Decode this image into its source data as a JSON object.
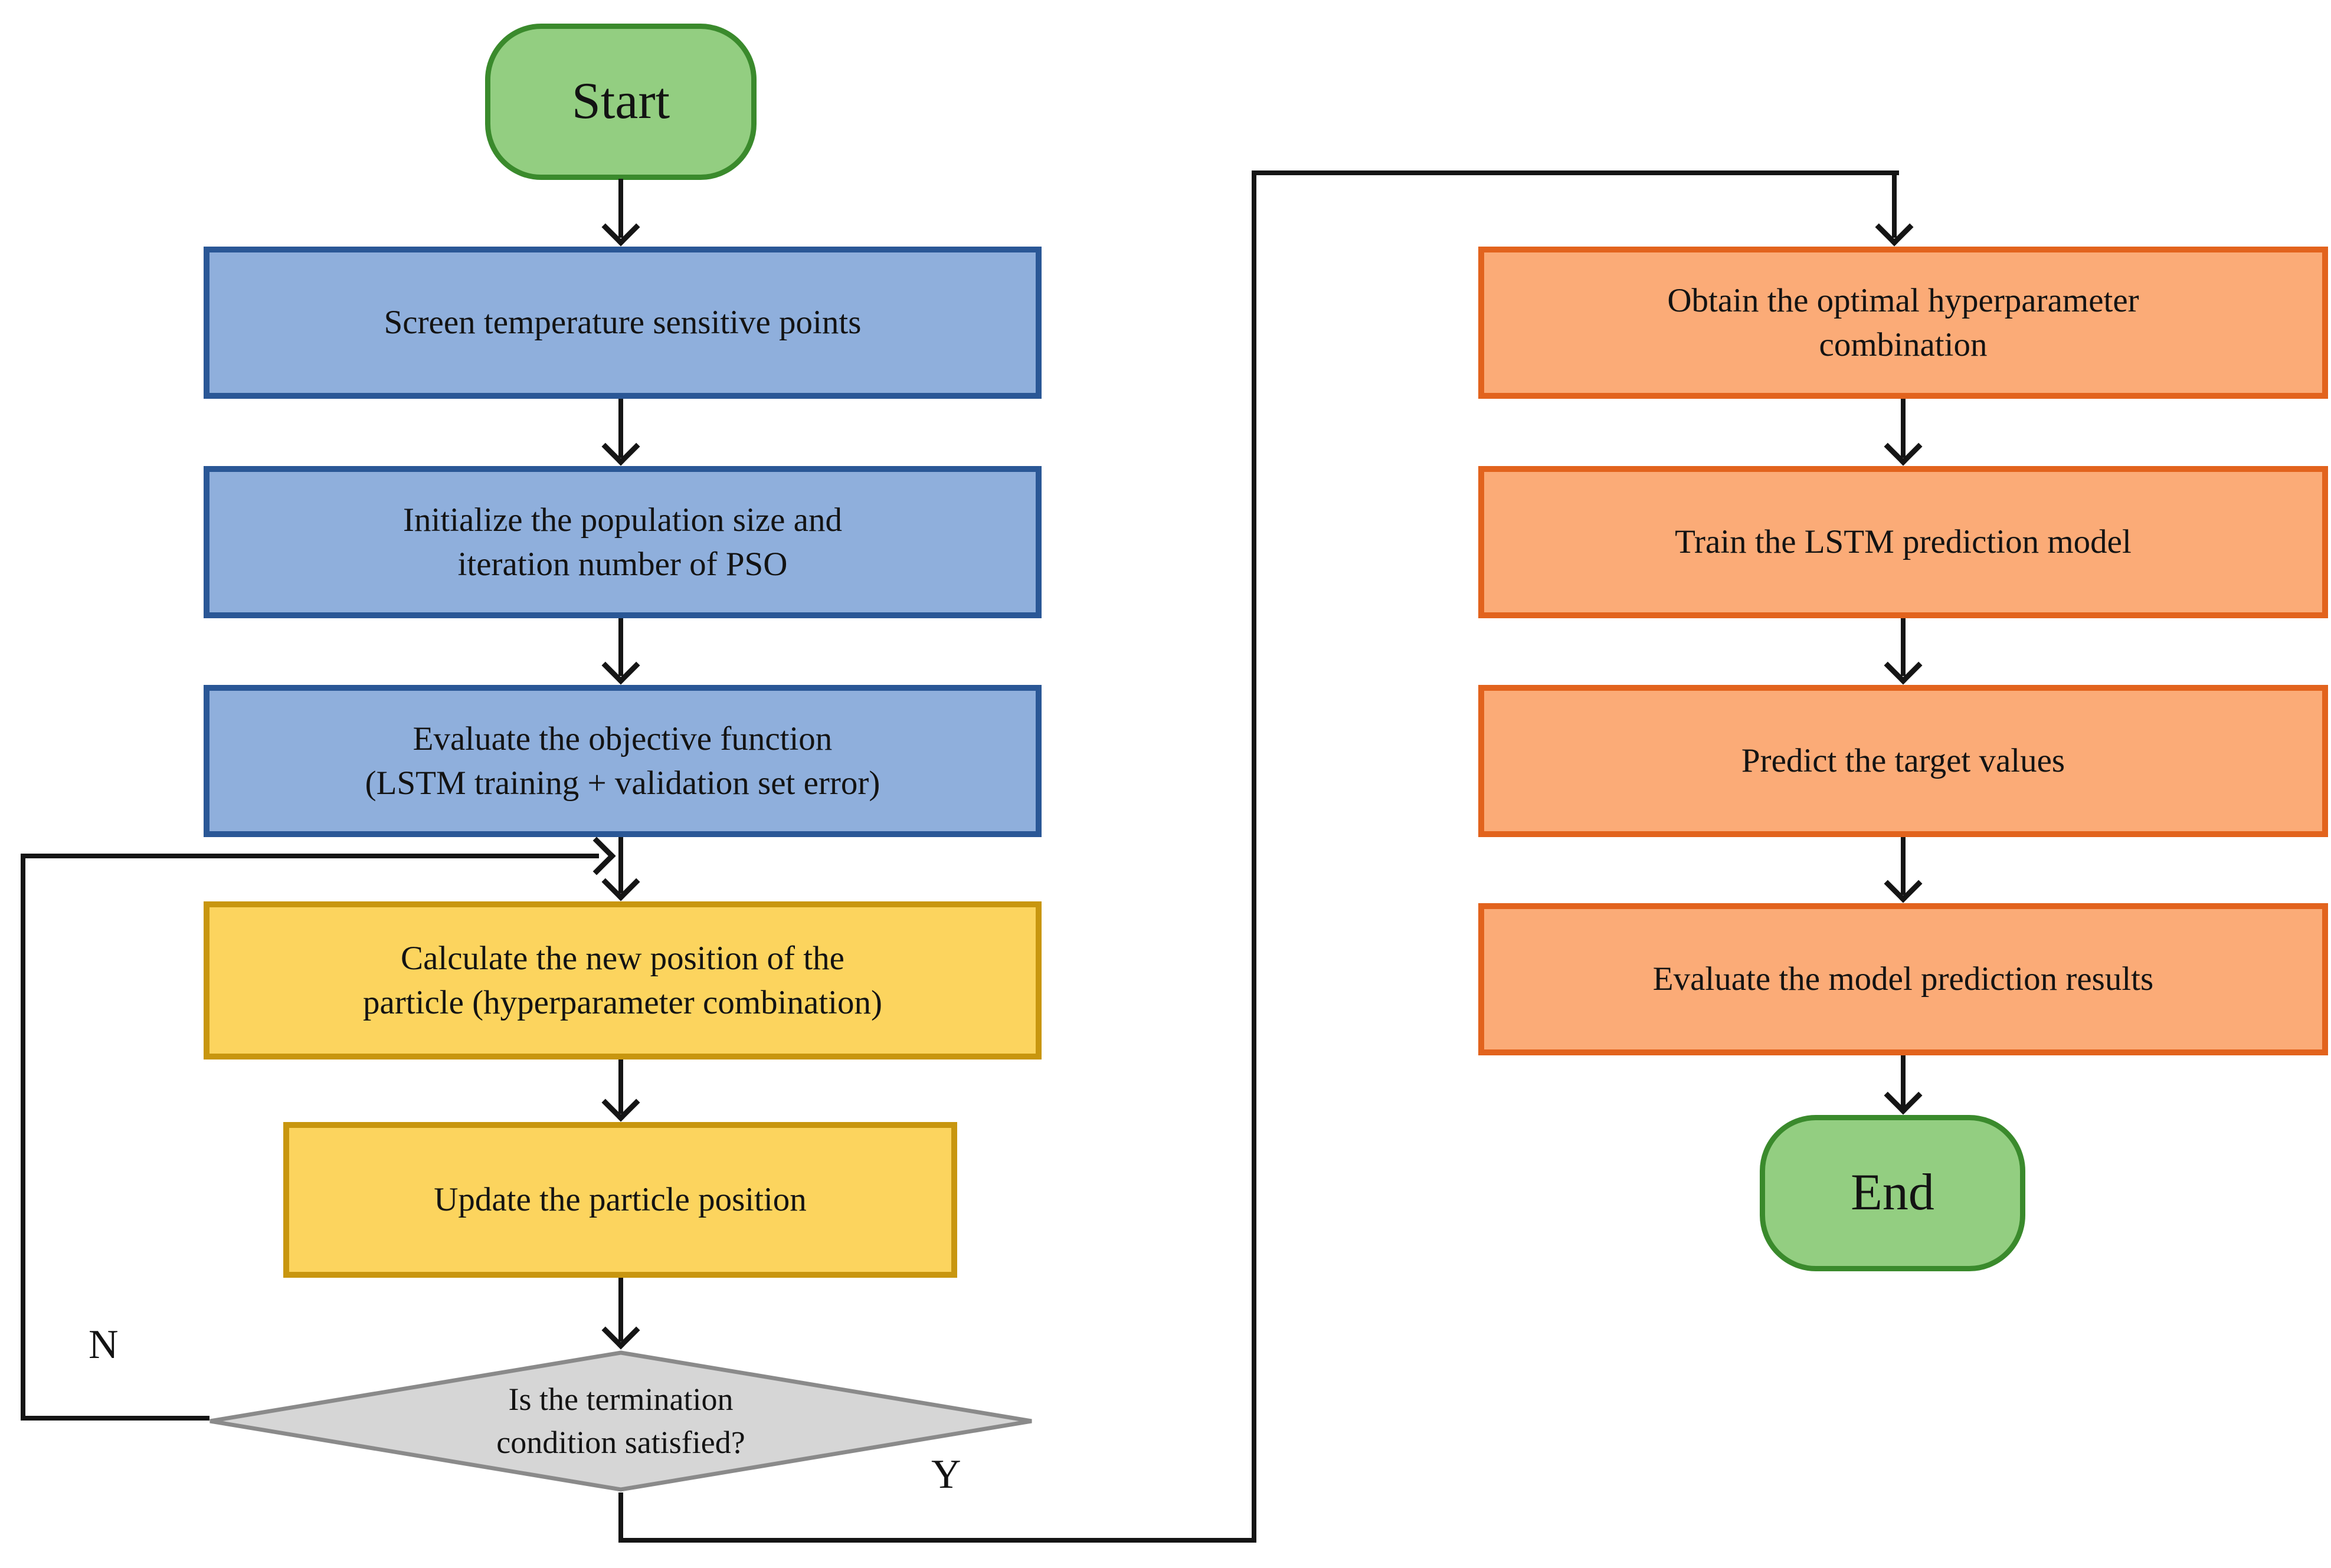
{
  "figure": {
    "type": "flowchart",
    "nodes": {
      "start": {
        "shape": "stadium",
        "lines": [
          "Start"
        ]
      },
      "screen_points": {
        "shape": "process",
        "lines": [
          "Screen temperature sensitive points"
        ]
      },
      "init_pso": {
        "shape": "process",
        "lines": [
          "Initialize the population size and",
          "iteration number of PSO"
        ]
      },
      "evaluate_objective": {
        "shape": "process",
        "lines": [
          "Evaluate the objective function",
          "(LSTM training + validation set error)"
        ]
      },
      "calculate_position": {
        "shape": "process",
        "lines": [
          "Calculate the new position of the",
          "particle (hyperparameter combination)"
        ]
      },
      "update_position": {
        "shape": "process",
        "lines": [
          "Update the particle position"
        ]
      },
      "termination_decision": {
        "shape": "decision",
        "lines": [
          "Is the termination",
          "condition satisfied?"
        ]
      },
      "obtain_optimal": {
        "shape": "process",
        "lines": [
          "Obtain the optimal hyperparameter",
          "combination"
        ]
      },
      "train_lstm": {
        "shape": "process",
        "lines": [
          "Train the LSTM prediction model"
        ]
      },
      "predict_targets": {
        "shape": "process",
        "lines": [
          "Predict the target values"
        ]
      },
      "evaluate_results": {
        "shape": "process",
        "lines": [
          "Evaluate the model prediction results"
        ]
      },
      "end": {
        "shape": "stadium",
        "lines": [
          "End"
        ]
      }
    },
    "edge_labels": {
      "no": "N",
      "yes": "Y"
    },
    "colors": {
      "green_fill": "#93ce81",
      "green_border": "#3a8a2c",
      "blue_fill": "#8fafdc",
      "blue_border": "#2a5796",
      "yellow_fill": "#fcd45e",
      "yellow_border": "#c8960f",
      "orange_fill": "#fbab77",
      "orange_border": "#e2631d",
      "gray_fill": "#d6d6d6",
      "gray_border": "#8a8a8a",
      "line": "#151515",
      "text": "#131313"
    }
  }
}
